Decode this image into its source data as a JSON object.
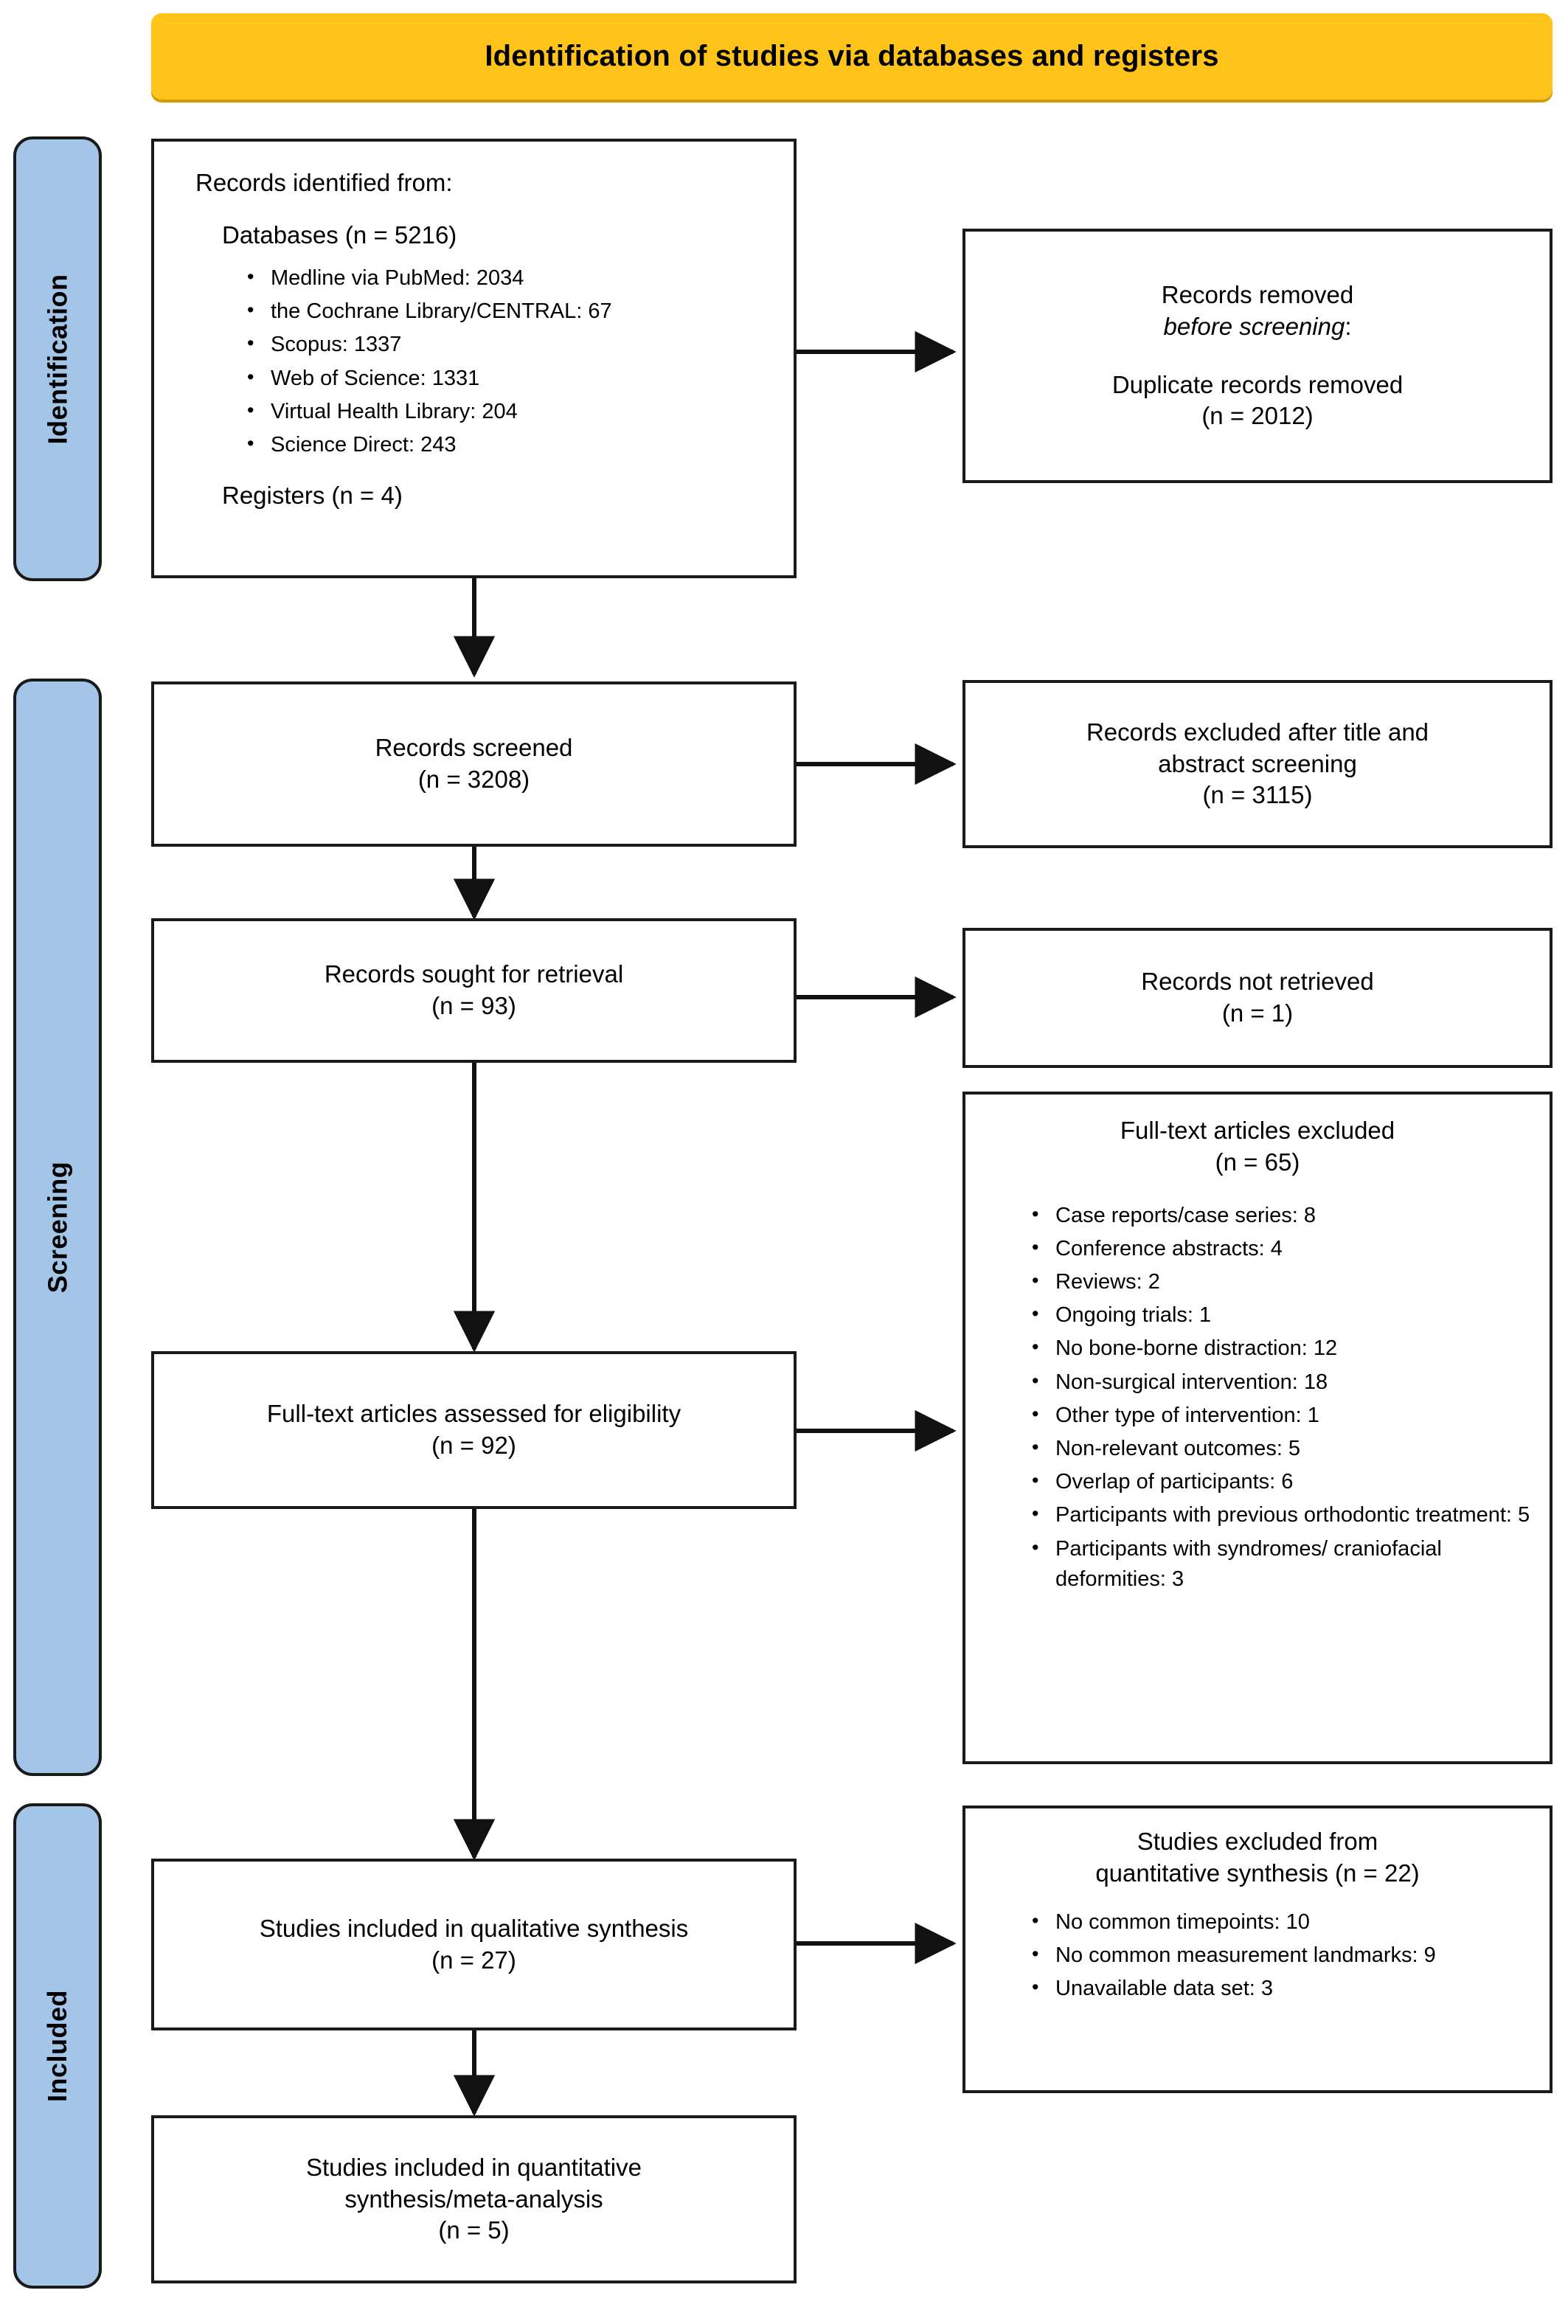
{
  "banner": {
    "title": "Identification of studies via databases and registers"
  },
  "phases": [
    {
      "key": "identification",
      "label": "Identification"
    },
    {
      "key": "screening",
      "label": "Screening"
    },
    {
      "key": "included",
      "label": "Included"
    }
  ],
  "boxes": {
    "records_identified": {
      "lead": "Records identified from:",
      "databases_line": "Databases (n = 5216)",
      "sources": [
        "Medline via PubMed: 2034",
        "the Cochrane Library/CENTRAL: 67",
        "Scopus: 1337",
        "Web of Science: 1331",
        "Virtual Health Library: 204",
        "Science Direct: 243"
      ],
      "registers_line": "Registers (n = 4)"
    },
    "records_removed": {
      "line1": "Records removed",
      "line2_italic": "before screening",
      "line2_tail": ":",
      "line3": "Duplicate records removed",
      "count": "(n = 2012)"
    },
    "records_screened": {
      "line1": "Records screened",
      "count": "(n = 3208)"
    },
    "records_excluded": {
      "line1": "Records excluded after title and",
      "line2": "abstract screening",
      "count": "(n = 3115)"
    },
    "records_sought": {
      "line1": "Records sought for retrieval",
      "count": "(n = 93)"
    },
    "records_not_retrieved": {
      "line1": "Records not retrieved",
      "count": "(n = 1)"
    },
    "fulltext_assessed": {
      "line1": "Full-text articles assessed for eligibility",
      "count": "(n = 92)"
    },
    "fulltext_excluded": {
      "line1": "Full-text articles excluded",
      "count": "(n = 65)",
      "reasons": [
        "Case reports/case series: 8",
        "Conference abstracts: 4",
        "Reviews: 2",
        "Ongoing trials: 1",
        "No bone-borne distraction: 12",
        "Non-surgical intervention: 18",
        "Other type of intervention: 1",
        "Non-relevant outcomes: 5",
        "Overlap of participants: 6",
        "Participants with previous orthodontic treatment: 5",
        "Participants with syndromes/ craniofacial deformities: 3"
      ]
    },
    "qualitative_included": {
      "line1": "Studies included in qualitative synthesis",
      "count": "(n = 27)"
    },
    "quantitative_excluded": {
      "line1": "Studies excluded from",
      "line2": "quantitative synthesis (n = 22)",
      "reasons": [
        "No common timepoints: 10",
        "No common measurement landmarks: 9",
        "Unavailable data set: 3"
      ]
    },
    "quantitative_included": {
      "line1": "Studies included in quantitative",
      "line2": "synthesis/meta-analysis",
      "count": "(n = 5)"
    }
  },
  "colors": {
    "banner_bg": "#FFC31A",
    "phase_bg": "#A3C6E8",
    "border": "#1a1a1a",
    "text": "#000000",
    "page_bg": "#FFFFFF"
  }
}
